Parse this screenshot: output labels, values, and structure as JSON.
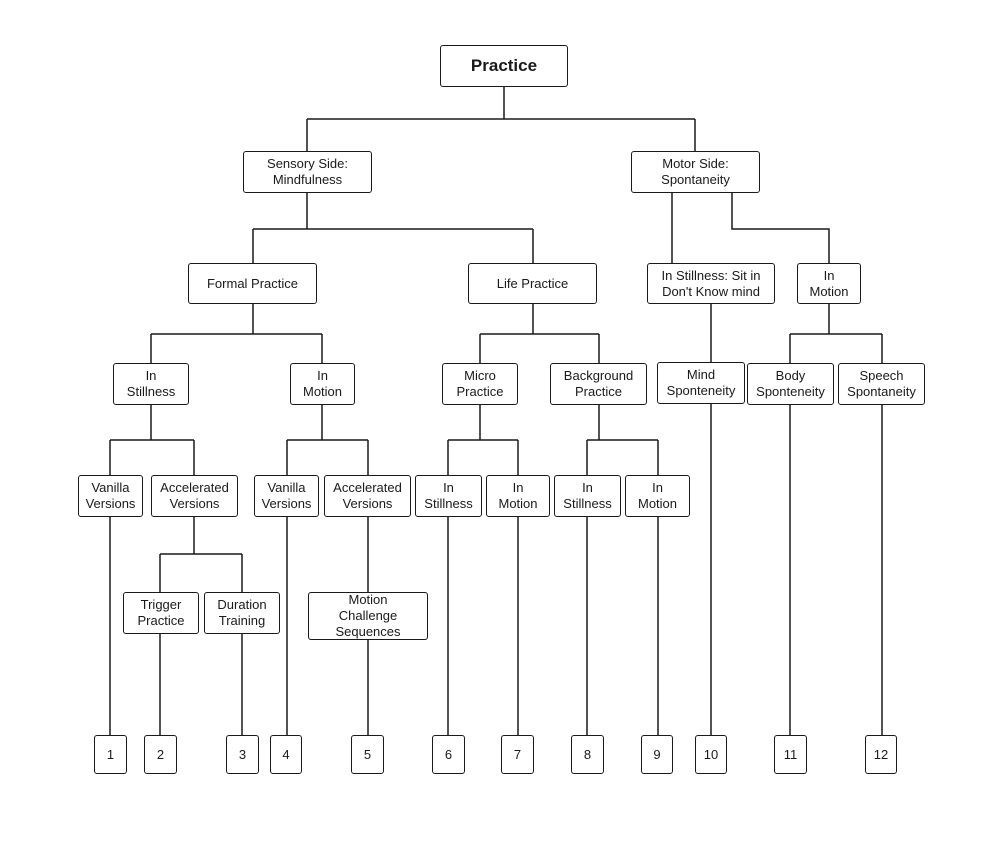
{
  "diagram": {
    "line_color": "#1a1a1a",
    "nodes": {
      "root": "Practice",
      "sensory": "Sensory Side:\nMindfulness",
      "motor": "Motor Side:\nSpontaneity",
      "formal": "Formal Practice",
      "life": "Life Practice",
      "motor_stillness": "In Stillness: Sit in\nDon't Know mind",
      "motor_motion": "In\nMotion",
      "formal_stillness": "In\nStillness",
      "formal_motion": "In\nMotion",
      "micro": "Micro\nPractice",
      "background": "Background\nPractice",
      "mind_spont": "Mind\nSponteneity",
      "body_spont": "Body\nSponteneity",
      "speech_spont": "Speech\nSpontaneity",
      "fs_vanilla": "Vanilla\nVersions",
      "fs_accel": "Accelerated\nVersions",
      "fm_vanilla": "Vanilla\nVersions",
      "fm_accel": "Accelerated\nVersions",
      "micro_stillness": "In\nStillness",
      "micro_motion": "In\nMotion",
      "bg_stillness": "In\nStillness",
      "bg_motion": "In\nMotion",
      "trigger": "Trigger\nPractice",
      "duration": "Duration\nTraining",
      "motion_challenge": "Motion\nChallenge\nSequences",
      "n1": "1",
      "n2": "2",
      "n3": "3",
      "n4": "4",
      "n5": "5",
      "n6": "6",
      "n7": "7",
      "n8": "8",
      "n9": "9",
      "n10": "10",
      "n11": "11",
      "n12": "12"
    }
  }
}
